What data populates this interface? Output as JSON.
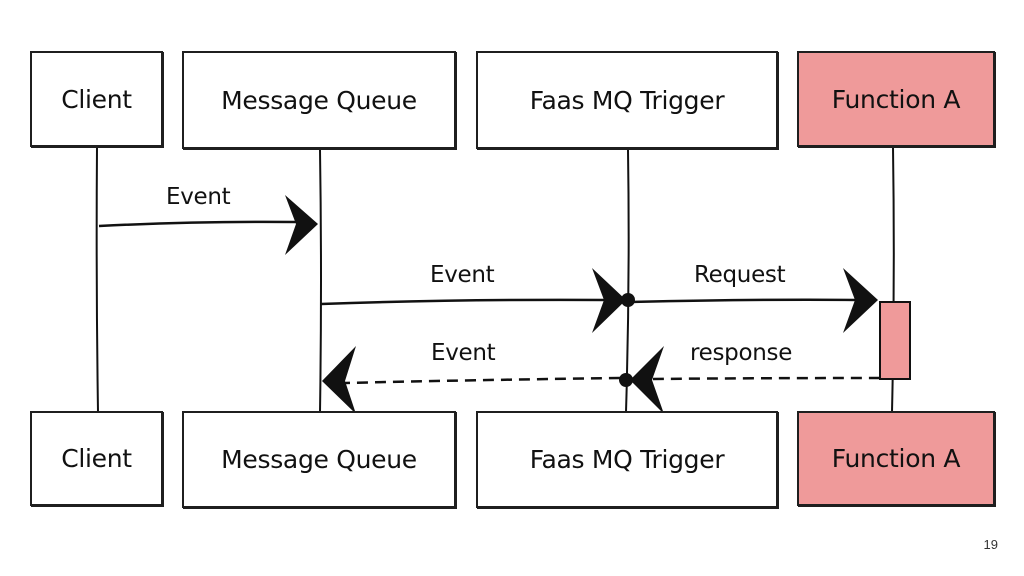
{
  "diagram": {
    "participants": [
      {
        "label": "Client",
        "highlight": false
      },
      {
        "label": "Message Queue",
        "highlight": false
      },
      {
        "label": "Faas MQ Trigger",
        "highlight": false
      },
      {
        "label": "Function A",
        "highlight": true
      }
    ],
    "messages": [
      {
        "from": "Client",
        "to": "Message Queue",
        "label": "Event",
        "style": "solid"
      },
      {
        "from": "Message Queue",
        "to": "Faas MQ Trigger",
        "label": "Event",
        "style": "solid"
      },
      {
        "from": "Faas MQ Trigger",
        "to": "Function A",
        "label": "Request",
        "style": "solid"
      },
      {
        "from": "Function A",
        "to": "Faas MQ Trigger",
        "label": "response",
        "style": "dashed"
      },
      {
        "from": "Faas MQ Trigger",
        "to": "Message Queue",
        "label": "Event",
        "style": "dashed"
      }
    ],
    "highlight_color": "#ef9a9a",
    "line_color": "#111111"
  },
  "slide": {
    "page_number": "19"
  }
}
